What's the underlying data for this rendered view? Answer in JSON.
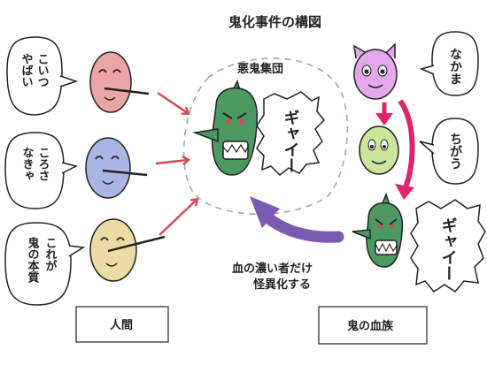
{
  "title": "鬼化事件の構図",
  "group_label": "悪鬼集団",
  "humans": [
    {
      "speech": [
        "こいつ",
        "やばい"
      ],
      "color": "#eba5a5"
    },
    {
      "speech": [
        "ころさ",
        "なきゃ"
      ],
      "color": "#a8b6e6"
    },
    {
      "speech": [
        "これが",
        "鬼の本質"
      ],
      "color": "#ecdca4"
    }
  ],
  "center_shout": "ギャイー",
  "oni_column": [
    {
      "speech": "なかま",
      "color": "#e6a8ec"
    },
    {
      "speech": "ちがう",
      "color": "#c9e69c"
    },
    {
      "speech": "ギャイー",
      "color": "#4c9a62"
    }
  ],
  "curve_caption": [
    "血の濃い者だけ",
    "怪異化する"
  ],
  "left_box": "人間",
  "right_box": "鬼の血族",
  "colors": {
    "red_arrow": "#d44b55",
    "pink_arrow": "#e0246a",
    "purple_arrow": "#7b5bb0",
    "dashed": "#9aa7bd",
    "green_oni": "#4c9a62"
  }
}
